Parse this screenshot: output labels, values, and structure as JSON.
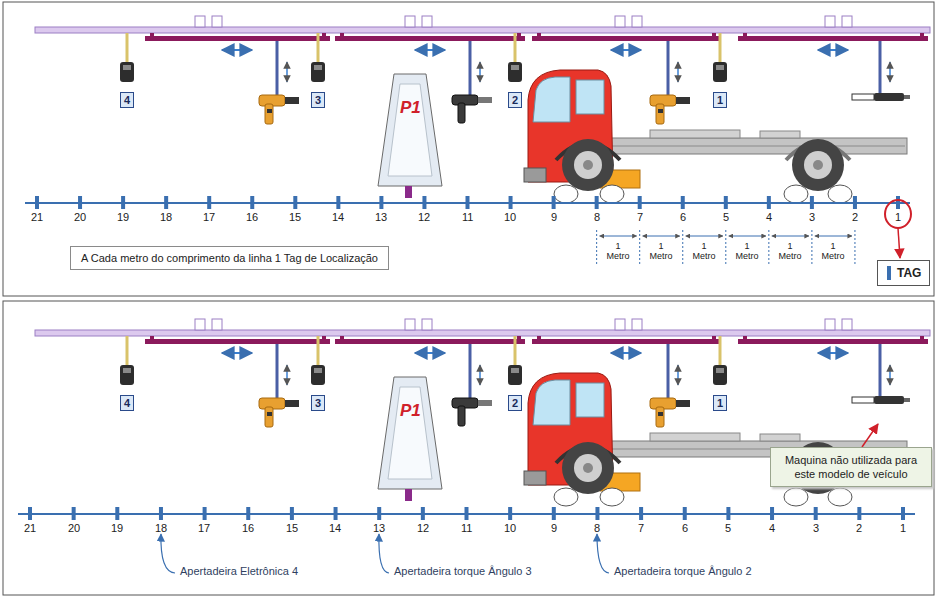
{
  "diagram": {
    "nodes": [
      {
        "text": [
          "4"
        ]
      },
      {
        "text": [
          "3"
        ]
      },
      {
        "text": [
          "2"
        ]
      },
      {
        "text": [
          "1"
        ]
      },
      {
        "text": [
          "A Cada metro do comprimento da linha 1 Tag de Localização"
        ]
      },
      {
        "text": [
          "TAG"
        ]
      },
      {
        "text": [
          "4"
        ]
      },
      {
        "text": [
          "3"
        ]
      },
      {
        "text": [
          "2"
        ]
      },
      {
        "text": [
          "1"
        ]
      },
      {
        "text": [
          "Maquina não utilizada para este modelo de veículo"
        ]
      }
    ],
    "labels": [
      "P1",
      "21",
      "20",
      "19",
      "18",
      "17",
      "16",
      "15",
      "14",
      "13",
      "12",
      "11",
      "10",
      "9",
      "8",
      "7",
      "6",
      "5",
      "4",
      "3",
      "2",
      "1",
      "1 Metro",
      "1 Metro",
      "1 Metro",
      "1 Metro",
      "1 Metro",
      "1 Metro",
      "P1",
      "21",
      "20",
      "19",
      "18",
      "17",
      "16",
      "15",
      "14",
      "13",
      "12",
      "11",
      "10",
      "9",
      "8",
      "7",
      "6",
      "5",
      "4",
      "3",
      "2",
      "1",
      "Apertadeira Eletrônica 4",
      "Apertadeira torque Ângulo 3",
      "Apertadeira torque Ângulo 2"
    ]
  }
}
